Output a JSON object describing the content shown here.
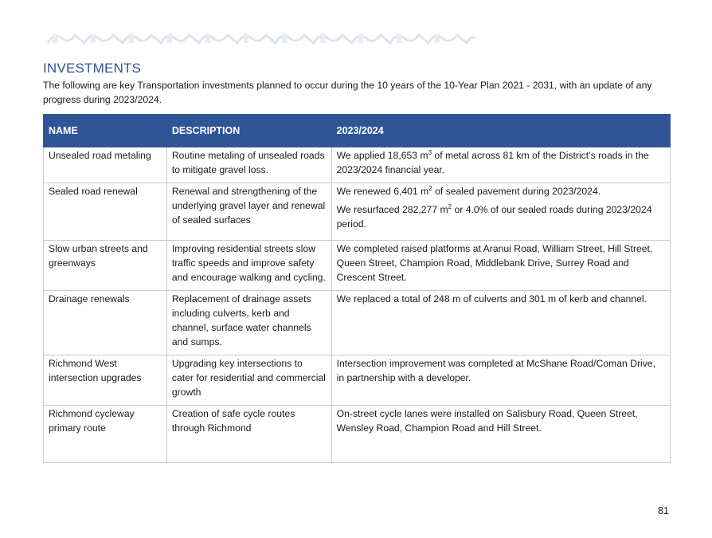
{
  "section": {
    "title": "INVESTMENTS",
    "intro": "The following are key Transportation investments planned to occur during the 10 years of the 10-Year Plan 2021 - 2031, with an update of any progress during 2023/2024."
  },
  "table": {
    "headers": [
      "NAME",
      "DESCRIPTION",
      "2023/2024"
    ],
    "rows": [
      {
        "name": "Unsealed road metaling",
        "description": "Routine metaling of unsealed roads to mitigate gravel loss.",
        "update": [
          {
            "pre": "We applied 18,653 m",
            "sup": "3",
            "post": " of metal across 81 km of the District’s roads in the 2023/2024 financial year."
          }
        ]
      },
      {
        "name": "Sealed road renewal",
        "description": "Renewal and strengthening of the underlying gravel layer and renewal of sealed surfaces",
        "update": [
          {
            "pre": "We renewed 6,401 m",
            "sup": "2",
            "post": " of sealed pavement during 2023/2024."
          },
          {
            "pre": "We resurfaced 282,277 m",
            "sup": "2",
            "post": " or 4.0% of our sealed roads during 2023/2024 period."
          }
        ]
      },
      {
        "name": "Slow urban streets and greenways",
        "description": "Improving residential streets slow traffic speeds and improve safety and encourage walking and cycling.",
        "update": [
          {
            "pre": "We completed raised platforms at Aranui Road, William Street, Hill Street, Queen Street, Champion Road, Middlebank Drive, Surrey Road and Crescent Street.",
            "sup": "",
            "post": ""
          }
        ]
      },
      {
        "name": "Drainage renewals",
        "description": "Replacement of drainage assets including culverts, kerb and channel, surface water channels and sumps.",
        "update": [
          {
            "pre": "We replaced a total of 248 m of culverts and 301 m of kerb and channel.",
            "sup": "",
            "post": ""
          }
        ]
      },
      {
        "name": "Richmond West intersection upgrades",
        "description": "Upgrading key intersections to cater for residential and commercial growth",
        "update": [
          {
            "pre": "Intersection improvement was completed at McShane Road/Coman Drive, in partnership with a developer.",
            "sup": "",
            "post": ""
          }
        ]
      },
      {
        "name": "Richmond cycleway primary route",
        "description": "Creation of safe cycle routes through Richmond",
        "update": [
          {
            "pre": "On-street cycle lanes were installed on Salisbury Road, Queen Street, Wensley Road, Champion Road and Hill Street.",
            "sup": "",
            "post": ""
          }
        ]
      }
    ]
  },
  "page_number": "81",
  "colors": {
    "header_bg": "#2f5597",
    "title": "#2f5597",
    "banner": "#dde3ee"
  }
}
